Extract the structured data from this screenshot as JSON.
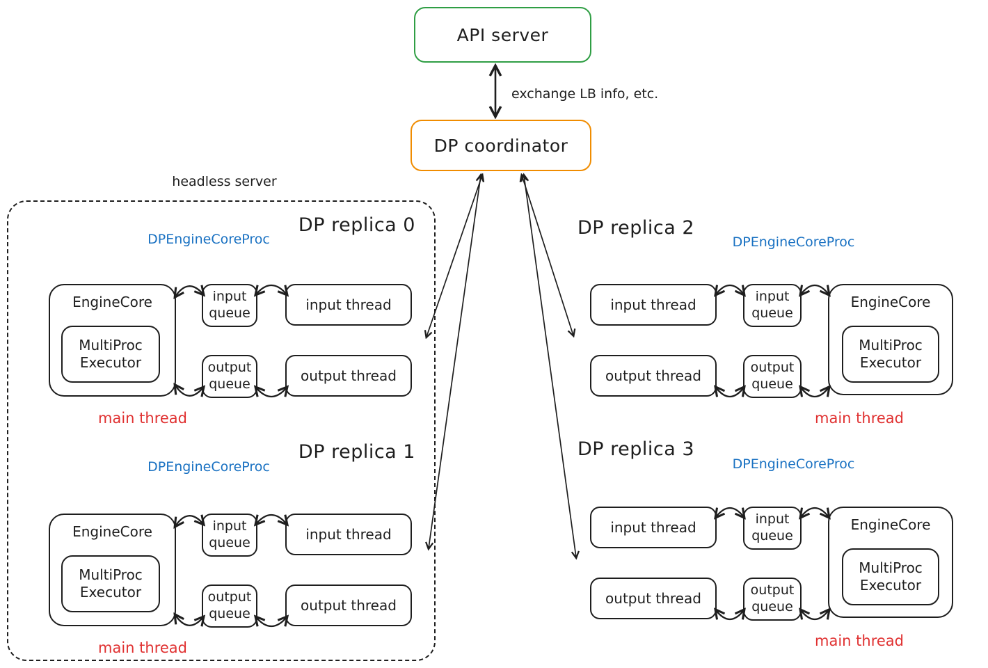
{
  "api_server": {
    "label": "API server"
  },
  "coordinator": {
    "label": "DP coordinator"
  },
  "api_coordinator_link_label": "exchange LB info, etc.",
  "headless_server_label": "headless server",
  "colors": {
    "api_green": "#2f9e44",
    "coordinator_orange": "#f08c00",
    "proc_blue": "#1971c2",
    "main_thread_red": "#e03131",
    "ink_black": "#1e1e1e"
  },
  "replicas": [
    {
      "title": "DP replica 0",
      "engine_position": "left",
      "proc_label": "DPEngineCoreProc",
      "engine_core_label": "EngineCore",
      "executor_line1": "MultiProc",
      "executor_line2": "Executor",
      "input_queue_line1": "input",
      "input_queue_line2": "queue",
      "output_queue_line1": "output",
      "output_queue_line2": "queue",
      "input_thread_label": "input thread",
      "output_thread_label": "output thread",
      "main_thread_label": "main thread"
    },
    {
      "title": "DP replica 1",
      "engine_position": "left",
      "proc_label": "DPEngineCoreProc",
      "engine_core_label": "EngineCore",
      "executor_line1": "MultiProc",
      "executor_line2": "Executor",
      "input_queue_line1": "input",
      "input_queue_line2": "queue",
      "output_queue_line1": "output",
      "output_queue_line2": "queue",
      "input_thread_label": "input thread",
      "output_thread_label": "output thread",
      "main_thread_label": "main thread"
    },
    {
      "title": "DP replica 2",
      "engine_position": "right",
      "proc_label": "DPEngineCoreProc",
      "engine_core_label": "EngineCore",
      "executor_line1": "MultiProc",
      "executor_line2": "Executor",
      "input_queue_line1": "input",
      "input_queue_line2": "queue",
      "output_queue_line1": "output",
      "output_queue_line2": "queue",
      "input_thread_label": "input thread",
      "output_thread_label": "output thread",
      "main_thread_label": "main thread"
    },
    {
      "title": "DP replica 3",
      "engine_position": "right",
      "proc_label": "DPEngineCoreProc",
      "engine_core_label": "EngineCore",
      "executor_line1": "MultiProc",
      "executor_line2": "Executor",
      "input_queue_line1": "input",
      "input_queue_line2": "queue",
      "output_queue_line1": "output",
      "output_queue_line2": "queue",
      "input_thread_label": "input thread",
      "output_thread_label": "output thread",
      "main_thread_label": "main thread"
    }
  ]
}
